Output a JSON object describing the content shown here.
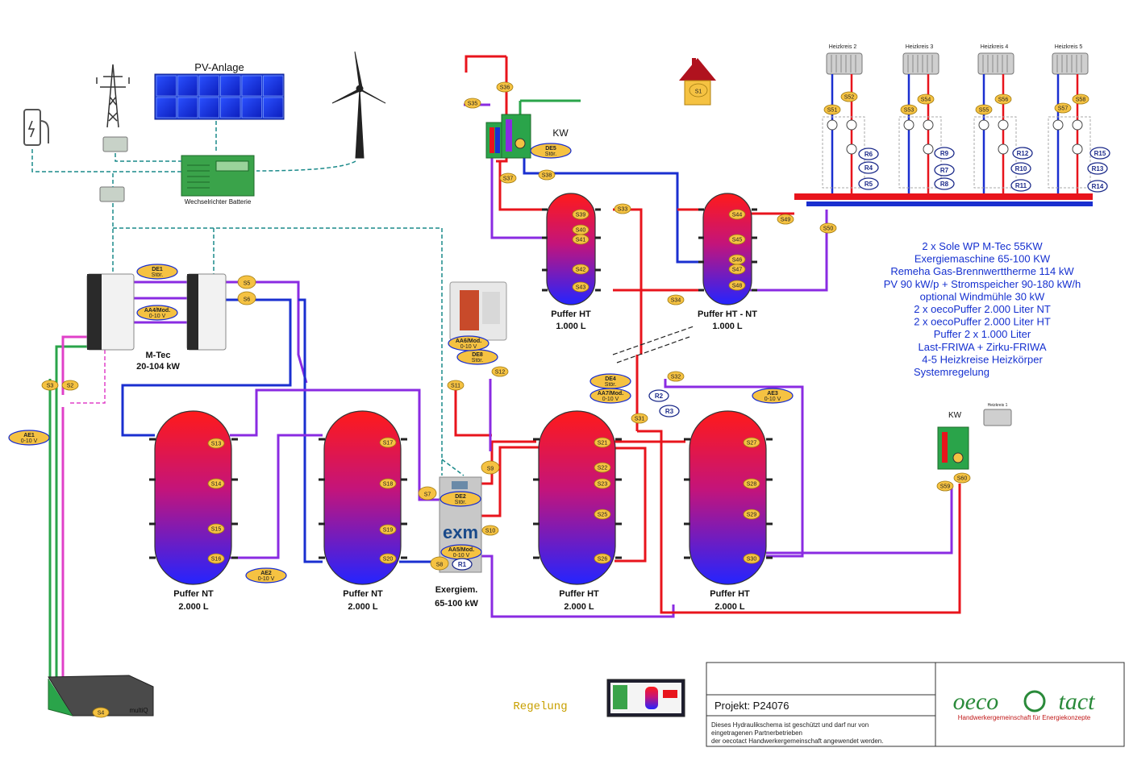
{
  "energy": {
    "pv_label": "PV-Anlage",
    "inverter_label": "Wechselrichter Batterie"
  },
  "heating_circuits": [
    "Heizkreis 2",
    "Heizkreis 3",
    "Heizkreis 4",
    "Heizkreis 5"
  ],
  "heating_circuit_single": "Heizkreis 1",
  "kw_label": "KW",
  "tanks": {
    "puffer_ht_top_1": {
      "name": "Puffer HT",
      "size": "1.000 L"
    },
    "puffer_ht_nt_top": {
      "name": "Puffer HT - NT",
      "size": "1.000 L"
    },
    "puffer_nt_1": {
      "name": "Puffer NT",
      "size": "2.000 L"
    },
    "puffer_nt_2": {
      "name": "Puffer NT",
      "size": "2.000 L"
    },
    "puffer_ht_1": {
      "name": "Puffer HT",
      "size": "2.000 L"
    },
    "puffer_ht_2": {
      "name": "Puffer HT",
      "size": "2.000 L"
    }
  },
  "heat_pump": {
    "name": "M-Tec",
    "power": "20-104 kW"
  },
  "exergy_machine": {
    "name": "Exergiem.",
    "power": "65-100 kW"
  },
  "sensors": {
    "S1": "S1",
    "S2": "S2",
    "S3": "S3",
    "S4": "S4",
    "S5": "S5",
    "S6": "S6",
    "S7": "S7",
    "S8": "S8",
    "S9": "S9",
    "S10": "S10",
    "S11": "S11",
    "S12": "S12",
    "S13": "S13",
    "S14": "S14",
    "S15": "S15",
    "S16": "S16",
    "S17": "S17",
    "S18": "S18",
    "S19": "S19",
    "S20": "S20",
    "S21": "S21",
    "S22": "S22",
    "S23": "S23",
    "S25": "S25",
    "S26": "S26",
    "S27": "S27",
    "S28": "S28",
    "S29": "S29",
    "S30": "S30",
    "S31": "S31",
    "S32": "S32",
    "S33": "S33",
    "S34": "S34",
    "S35": "S35",
    "S36": "S36",
    "S37": "S37",
    "S38": "S38",
    "S39": "S39",
    "S40": "S40",
    "S41": "S41",
    "S42": "S42",
    "S43": "S43",
    "S44": "S44",
    "S45": "S45",
    "S46": "S46",
    "S47": "S47",
    "S48": "S48",
    "S49": "S49",
    "S50": "S50",
    "S51": "S51",
    "S52": "S52",
    "S53": "S53",
    "S54": "S54",
    "S55": "S55",
    "S56": "S56",
    "S57": "S57",
    "S58": "S58",
    "S59": "S59",
    "S60": "S60"
  },
  "modules": {
    "DE1": {
      "l1": "DE1",
      "l2": "Stör."
    },
    "DE2": {
      "l1": "DE2",
      "l2": "Stör."
    },
    "DE4": {
      "l1": "DE4",
      "l2": "Stör."
    },
    "DE5": {
      "l1": "DE5",
      "l2": "Stör."
    },
    "DE8": {
      "l1": "DE8",
      "l2": "Stör."
    },
    "AA4": {
      "l1": "AA4/Mod.",
      "l2": "0-10 V"
    },
    "AA5": {
      "l1": "AA5/Mod.",
      "l2": "0-10 V"
    },
    "AA6": {
      "l1": "AA6/Mod.",
      "l2": "0-10 V"
    },
    "AA7": {
      "l1": "AA7/Mod.",
      "l2": "0-10 V"
    },
    "AE1": {
      "l1": "AE1",
      "l2": "0-10 V"
    },
    "AE2": {
      "l1": "AE2",
      "l2": "0-10 V"
    },
    "AE3": {
      "l1": "AE3",
      "l2": "0-10 V"
    }
  },
  "relays": {
    "R1": "R1",
    "R2": "R2",
    "R3": "R3",
    "R4": "R4",
    "R5": "R5",
    "R6": "R6",
    "R7": "R7",
    "R8": "R8",
    "R9": "R9",
    "R10": "R10",
    "R11": "R11",
    "R12": "R12",
    "R13": "R13",
    "R14": "R14",
    "R15": "R15"
  },
  "specs": [
    "2 x Sole WP M-Tec 55KW",
    "Exergiemaschine 65-100 KW",
    "Remeha Gas-Brennwerttherme 114 kW",
    "PV 90 kW/p + Stromspeicher 90-180 kW/h",
    "optional Windmühle 30 kW",
    "2 x oecoPuffer 2.000 Liter NT",
    "2 x oecoPuffer 2.000 Liter HT",
    "Puffer 2 x 1.000 Liter",
    "Last-FRIWA + Zirku-FRIWA",
    "4-5 Heizkreise Heizkörper",
    "Systemregelung"
  ],
  "regelung_label": "Regelung",
  "multiq_label": "multiQ",
  "exm_label": "exm",
  "title_block": {
    "project": "Projekt: P24076",
    "notice": [
      "Dieses Hydraulikschema ist geschützt und darf nur von",
      "eingetragenen Partnerbetrieben",
      "der oecotact Handwerkergemeinschaft angewendet werden."
    ],
    "logo_oeco": "oeco",
    "logo_tact": "tact",
    "logo_sub": "Handwerkergemeinschaft für Energiekonzepte"
  },
  "colors": {
    "hot": "#e8141c",
    "cold": "#1a2fd0",
    "return": "#8a2be2",
    "brine": "#2aa44a",
    "magenta": "#e040c8",
    "signal": "#1a8a8a",
    "sensor_fill": "#f5c242",
    "label_blue": "#1530d0"
  }
}
